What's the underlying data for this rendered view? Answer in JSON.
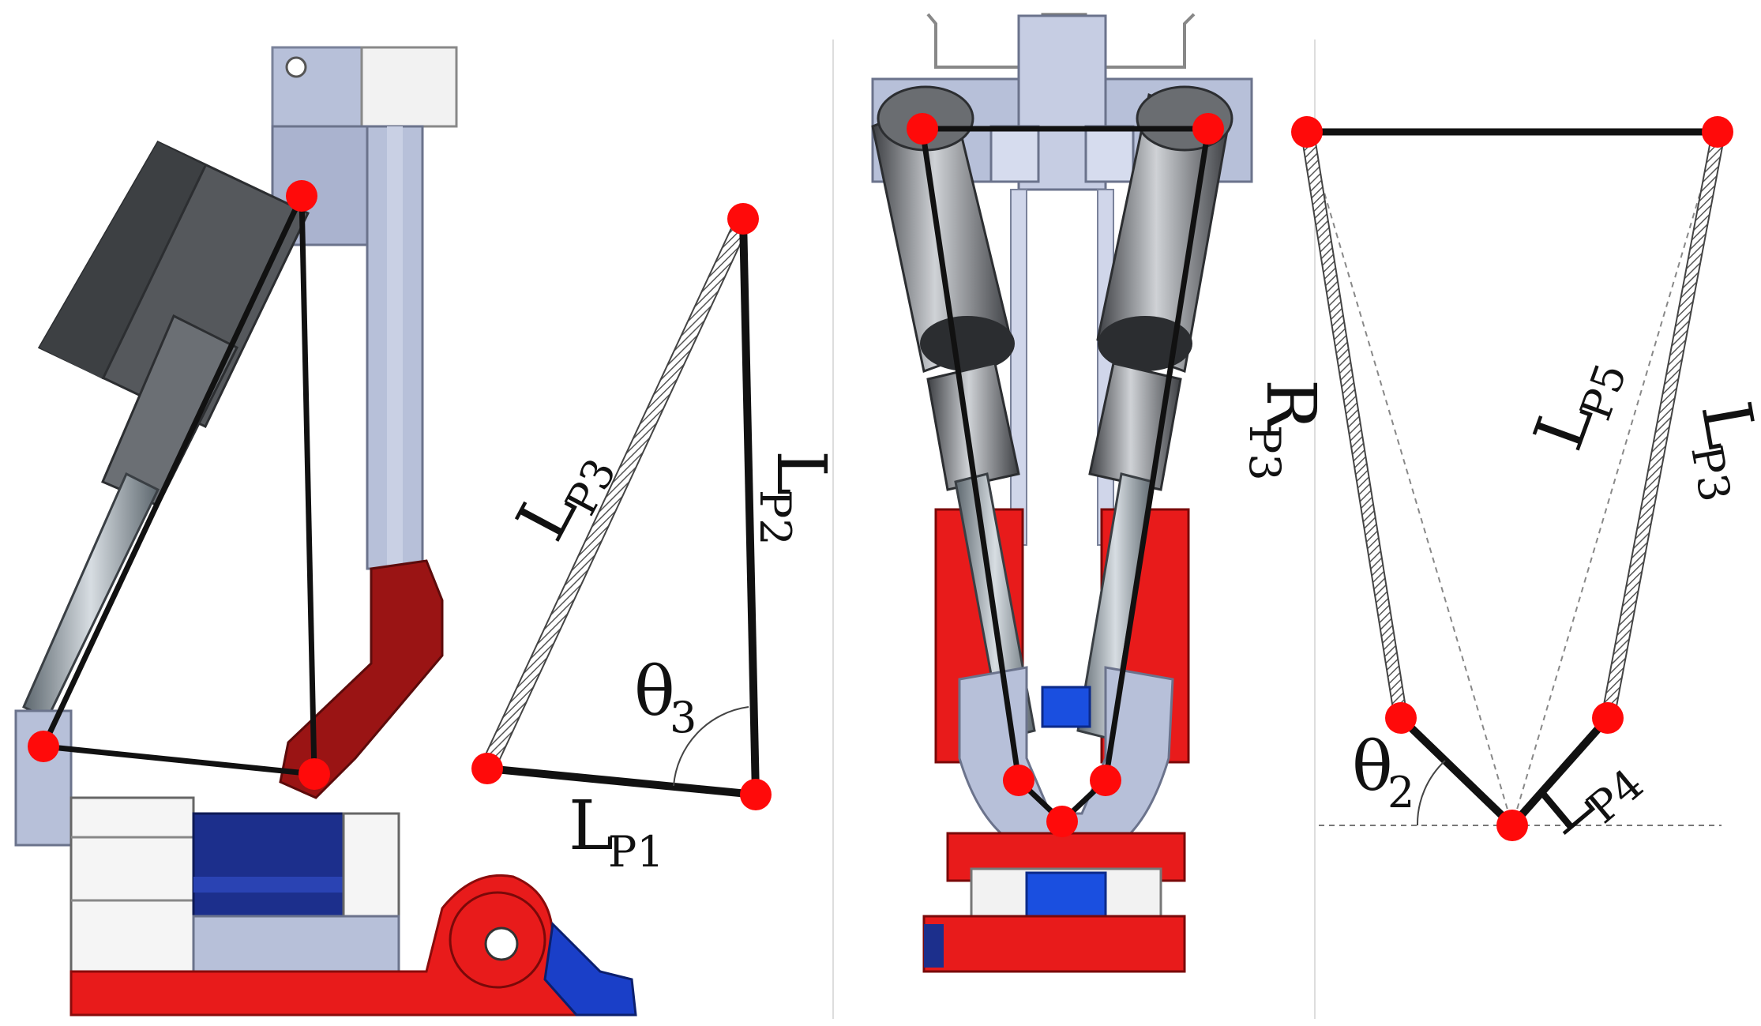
{
  "colors": {
    "joint": "#ff0a0a",
    "link": "#111111",
    "actuator_body": "#55585c",
    "actuator_rod": "#8f9aa2",
    "frame": "#b7c0d9",
    "frame_edge": "#7a829a",
    "red_part": "#e81b1b",
    "dark_red_part": "#9a1414",
    "blue_part": "#1c2f8c",
    "bright_blue": "#1a4fe0",
    "white_part": "#f4f4f4",
    "guide_line": "#777777"
  },
  "icons": {
    "joint": "red-dot",
    "link": "black-bar",
    "spring_link": "hatched-bar",
    "angle": "arc"
  },
  "labels": {
    "lp1": {
      "main": "L",
      "sub": "P1"
    },
    "lp2": {
      "main": "L",
      "sub": "P2"
    },
    "lp3_side": {
      "main": "L",
      "sub": "P3"
    },
    "theta3": {
      "main": "θ",
      "sub": "3"
    },
    "rp3": {
      "main": "R",
      "sub": "P3"
    },
    "lp5": {
      "main": "L",
      "sub": "P5"
    },
    "lp3_front": {
      "main": "L",
      "sub": "P3"
    },
    "theta2": {
      "main": "θ",
      "sub": "2"
    },
    "lp4": {
      "main": "L",
      "sub": "P4"
    }
  }
}
